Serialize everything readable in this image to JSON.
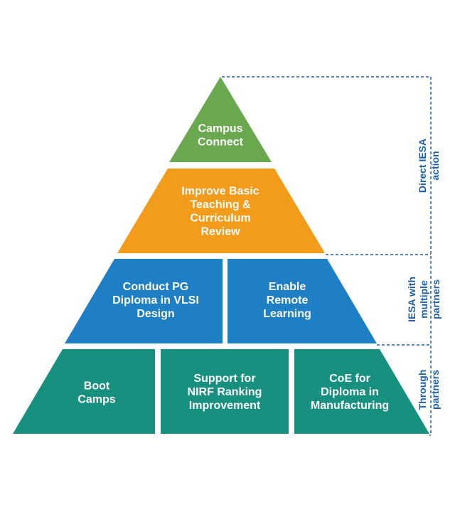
{
  "colors": {
    "green": "#6aa84f",
    "orange": "#f39b1a",
    "blue": "#1f7fc4",
    "teal": "#17907f",
    "bracket": "#1f5fa8"
  },
  "tiers": {
    "top": {
      "lines": [
        "Campus",
        "Connect"
      ]
    },
    "second": {
      "lines": [
        "Improve Basic",
        "Teaching &",
        "Curriculum",
        "Review"
      ]
    },
    "third_left": {
      "lines": [
        "Conduct PG",
        "Diploma in VLSI",
        "Design"
      ]
    },
    "third_right": {
      "lines": [
        "Enable",
        "Remote",
        "Learning"
      ]
    },
    "bottom_left": {
      "lines": [
        "Boot",
        "Camps"
      ]
    },
    "bottom_mid": {
      "lines": [
        "Support for",
        "NIRF Ranking",
        "Improvement"
      ]
    },
    "bottom_right": {
      "lines": [
        "CoE for",
        "Diploma in",
        "Manufacturing"
      ]
    }
  },
  "brackets": {
    "direct": {
      "lines": [
        "Direct IESA",
        "action"
      ]
    },
    "multi": {
      "lines": [
        "IESA with",
        "multiple",
        "partners"
      ]
    },
    "partners": {
      "lines": [
        "Through",
        "partners"
      ]
    }
  }
}
